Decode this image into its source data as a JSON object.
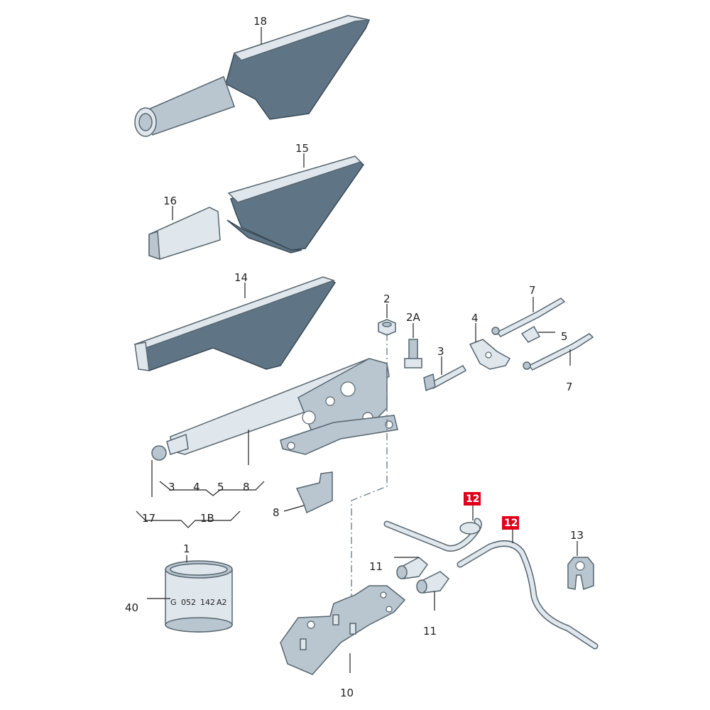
{
  "labels": {
    "l18": "18",
    "l15": "15",
    "l16": "16",
    "l14": "14",
    "l2": "2",
    "l2a": "2A",
    "l3_top": "3",
    "l4_top": "4",
    "l5_top": "5",
    "l7_top": "7",
    "l7_bottom": "7",
    "l_group_a_3": "3",
    "l_group_a_4": "4",
    "l_group_a_5": "5",
    "l_group_a_8": "8",
    "l17": "17",
    "l1b": "1B",
    "l8": "8",
    "l1": "1",
    "l40": "40",
    "l12_left": "12",
    "l12_right": "12",
    "l13": "13",
    "l11_top": "11",
    "l11_bottom": "11",
    "l10": "10"
  },
  "can": {
    "code_1": "G",
    "code_2": "052",
    "code_3": "142",
    "code_4": "A2"
  },
  "colors": {
    "highlight": "#e0001a",
    "part_dark": "#5f7585",
    "part_light": "#dfe6ec"
  }
}
